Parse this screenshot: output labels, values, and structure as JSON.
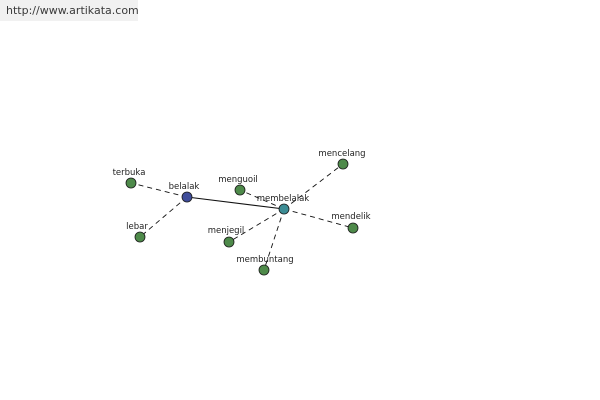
{
  "site_url": "http://www.artikata.com",
  "colors": {
    "leaf_fill": "#4e8a4a",
    "hub_fill_primary": "#3f4d9a",
    "hub_fill_secondary": "#3c8c94",
    "node_stroke": "#1a1a1a",
    "edge": "#111111"
  },
  "graph": {
    "nodes": [
      {
        "id": "belalak",
        "label": "belalak",
        "kind": "primary"
      },
      {
        "id": "membelalak",
        "label": "membelalak",
        "kind": "secondary"
      },
      {
        "id": "terbuka",
        "label": "terbuka",
        "kind": "leaf"
      },
      {
        "id": "lebar",
        "label": "lebar",
        "kind": "leaf"
      },
      {
        "id": "menguoil",
        "label": "menguoil",
        "kind": "leaf"
      },
      {
        "id": "mencelang",
        "label": "mencelang",
        "kind": "leaf"
      },
      {
        "id": "mendelik",
        "label": "mendelik",
        "kind": "leaf"
      },
      {
        "id": "menjegil",
        "label": "menjegil",
        "kind": "leaf"
      },
      {
        "id": "membuntang",
        "label": "membuntang",
        "kind": "leaf"
      }
    ],
    "edges": [
      {
        "from": "belalak",
        "to": "membelalak",
        "style": "solid"
      },
      {
        "from": "belalak",
        "to": "terbuka",
        "style": "dashed"
      },
      {
        "from": "belalak",
        "to": "lebar",
        "style": "dashed"
      },
      {
        "from": "membelalak",
        "to": "menguoil",
        "style": "dashed"
      },
      {
        "from": "membelalak",
        "to": "mencelang",
        "style": "dashed"
      },
      {
        "from": "membelalak",
        "to": "mendelik",
        "style": "dashed"
      },
      {
        "from": "membelalak",
        "to": "menjegil",
        "style": "dashed"
      },
      {
        "from": "membelalak",
        "to": "membuntang",
        "style": "dashed"
      }
    ]
  }
}
